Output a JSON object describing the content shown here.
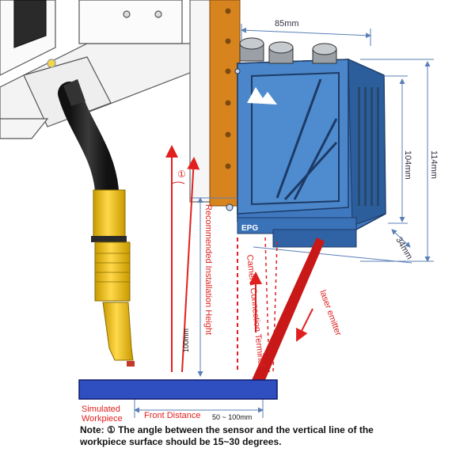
{
  "dimensions": {
    "width": "85mm",
    "height_inner": "104mm",
    "height_outer": "114mm",
    "depth": "34mm",
    "install_height": "100mm",
    "front_distance_range": "50 ~ 100mm"
  },
  "labels": {
    "angle_marker": "①",
    "recommended_height": "Recommended Installation Height",
    "camera_terminal": "Camera Connection Terminal",
    "laser_emitter": "laser emitter",
    "workpiece_line1": "Simulated",
    "workpiece_line2": "Workpiece",
    "front_distance": "Front Distance"
  },
  "note": {
    "line1": "Note: ① The angle between the sensor and the vertical line of the",
    "line2": "workpiece surface should be 15~30 degrees."
  },
  "colors": {
    "red": "#e0201f",
    "dim_blue": "#5a7fb6",
    "sensor_blue": "#4a86c9",
    "workpiece": "#2f4fc0",
    "nozzle_yellow": "#f5c400",
    "bracket_orange": "#d8841e"
  }
}
